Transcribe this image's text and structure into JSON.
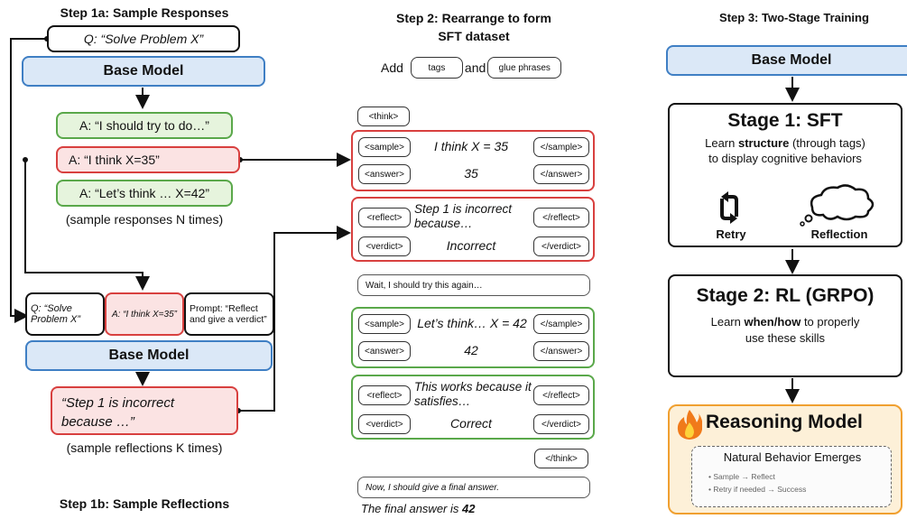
{
  "step1a": {
    "title": "Step 1a: Sample Responses",
    "question": "Q: “Solve Problem X”",
    "base_model": "Base Model",
    "answer1": "A: “I should try to do…”",
    "answer2": "A: “I think X=35”",
    "answer3": "A: “Let’s think … X=42”",
    "note": "(sample responses N times)"
  },
  "step1b": {
    "title": "Step 1b: Sample Reflections",
    "q_small": "Q: “Solve Problem X”",
    "a_small": "A: “I think X=35”",
    "prompt_small": "Prompt: “Reflect and give a verdict”",
    "base_model": "Base Model",
    "reflection": "“Step 1 is incorrect because …”",
    "note": "(sample reflections K times)"
  },
  "step2": {
    "title_line1": "Step 2: Rearrange to form",
    "title_line2": "SFT dataset",
    "add": "Add",
    "tags_label": "tags",
    "and": "and",
    "glue_label": "glue phrases",
    "think_open": "<think>",
    "think_close": "</think>",
    "block1": {
      "sample_open": "<sample>",
      "sample_text": "I think X = 35",
      "sample_close": "</sample>",
      "answer_open": "<answer>",
      "answer_text": "35",
      "answer_close": "</answer>"
    },
    "block2": {
      "reflect_open": "<reflect>",
      "reflect_text": "Step 1 is incorrect because…",
      "reflect_close": "</reflect>",
      "verdict_open": "<verdict>",
      "verdict_text": "Incorrect",
      "verdict_close": "</verdict>"
    },
    "glue1": "Wait, I should try this again…",
    "block3": {
      "sample_open": "<sample>",
      "sample_text": "Let’s think… X = 42",
      "sample_close": "</sample>",
      "answer_open": "<answer>",
      "answer_text": "42",
      "answer_close": "</answer>"
    },
    "block4": {
      "reflect_open": "<reflect>",
      "reflect_text": "This works because it satisfies…",
      "reflect_close": "</reflect>",
      "verdict_open": "<verdict>",
      "verdict_text": "Correct",
      "verdict_close": "</verdict>"
    },
    "glue2": "Now, I should give a final answer.",
    "final_prefix": "The final answer is ",
    "final_value": "42"
  },
  "step3": {
    "title": "Step 3: Two-Stage Training",
    "base_model": "Base Model",
    "stage1_title": "Stage 1: SFT",
    "stage1_desc_pre": "Learn ",
    "stage1_desc_bold": "structure",
    "stage1_desc_post": " (through tags)",
    "stage1_desc_line2": "to display cognitive behaviors",
    "retry_label": "Retry",
    "reflection_label": "Reflection",
    "stage2_title": "Stage 2: RL (GRPO)",
    "stage2_desc_pre": "Learn ",
    "stage2_desc_bold": "when/how",
    "stage2_desc_post": " to properly",
    "stage2_desc_line2": "use these skills",
    "reasoning_title": "Reasoning Model",
    "emerges_title": "Natural Behavior Emerges",
    "emerges_item1": "• Sample → Reflect",
    "emerges_item2": "• Retry if needed → Success"
  },
  "colors": {
    "blue_fill": "#dbe8f7",
    "blue_border": "#3f7fc4",
    "green_fill": "#e6f4dd",
    "green_border": "#5aa84a",
    "red_fill": "#fbe3e3",
    "red_border": "#d8403f",
    "orange_fill": "#fdf0d8",
    "orange_border": "#f0a030"
  },
  "icons": [
    "retry-arrows-icon",
    "thought-cloud-icon",
    "fire-icon"
  ]
}
